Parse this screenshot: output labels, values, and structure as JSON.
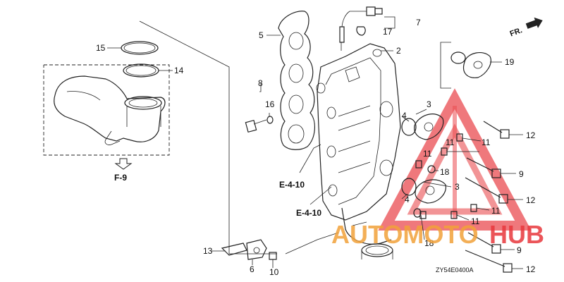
{
  "diagram": {
    "callouts": {
      "c15": "15",
      "c14": "14",
      "c5": "5",
      "c7": "7",
      "c17": "17",
      "c2": "2",
      "c19": "19",
      "c8": "8",
      "c16": "16",
      "c3a": "3",
      "c4a": "4",
      "c11a": "11",
      "c12a": "12",
      "c11b": "11",
      "c11c": "11",
      "c18a": "18",
      "c9a": "9",
      "c3b": "3",
      "c4b": "4",
      "c12b": "12",
      "c11d": "11",
      "c11e": "11",
      "c18b": "18",
      "c9b": "9",
      "c12c": "12",
      "c13": "13",
      "c6": "6",
      "c10": "10"
    },
    "references": {
      "f9": "F-9",
      "e410a": "E-4-10",
      "e410b": "E-4-10"
    },
    "direction_label": "FR.",
    "diagram_code": "ZY54E0400A"
  },
  "watermark": {
    "text_left": "AUTOMOTO",
    "text_right": "HUB",
    "color_red": "#e8383d",
    "color_orange": "#f2a23a"
  }
}
